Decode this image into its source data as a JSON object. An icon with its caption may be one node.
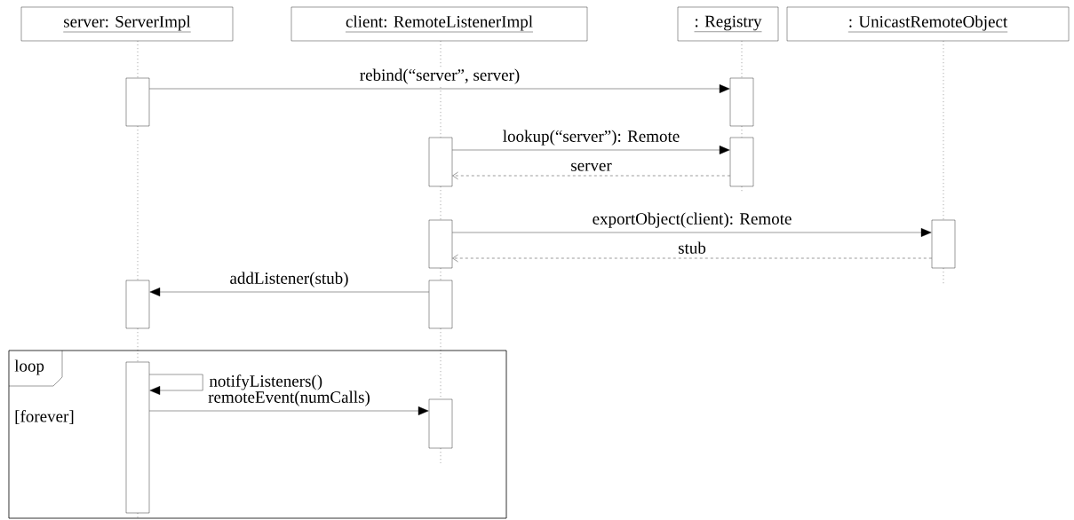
{
  "diagram": {
    "nodes": [
      {
        "text": [
          "server: ServerImpl"
        ]
      },
      {
        "text": [
          "client: RemoteListenerImpl"
        ]
      },
      {
        "text": [
          ": Registry"
        ]
      },
      {
        "text": [
          ": UnicastRemoteObject"
        ]
      },
      {
        "text": [],
        "shape": "bar"
      },
      {
        "text": [],
        "shape": "bar"
      },
      {
        "text": [],
        "shape": "bar"
      },
      {
        "text": [],
        "shape": "bar"
      },
      {
        "text": [],
        "shape": "bar"
      },
      {
        "text": [],
        "shape": "bar"
      },
      {
        "text": [],
        "shape": "bar"
      },
      {
        "text": [],
        "shape": "bar"
      },
      {
        "text": [
          "loop",
          "[forever]"
        ]
      },
      {
        "text": [],
        "shape": "bar",
        "in": 12
      },
      {
        "text": [],
        "shape": "bar",
        "in": 12
      }
    ],
    "edges": [
      {
        "from": 4,
        "to": 5,
        "arrow": "to",
        "label": "rebind(“server”, server)"
      },
      {
        "from": 6,
        "to": 7,
        "arrow": "to",
        "label": "lookup(“server”): Remote"
      },
      {
        "from": 7,
        "to": 6,
        "arrow": "to",
        "label": "server",
        "style": "dashed"
      },
      {
        "from": 8,
        "to": 9,
        "arrow": "to",
        "label": "exportObject(client): Remote"
      },
      {
        "from": 9,
        "to": 8,
        "arrow": "to",
        "label": "stub",
        "style": "dashed"
      },
      {
        "from": 11,
        "to": 10,
        "arrow": "to",
        "label": "addListener(stub)"
      },
      {
        "from": 13,
        "to": 13,
        "arrow": "to",
        "label": "notifyListeners()"
      },
      {
        "from": 13,
        "to": 14,
        "arrow": "to",
        "label": "remoteEvent(numCalls)"
      },
      {
        "from": 0,
        "to": 4,
        "arrow": "none",
        "style": "dashed"
      },
      {
        "from": 4,
        "to": 10,
        "arrow": "none",
        "style": "dashed"
      },
      {
        "from": 10,
        "to": 13,
        "arrow": "none",
        "style": "dashed"
      },
      {
        "from": 13,
        "to": null,
        "arrow": "none",
        "style": "dashed"
      },
      {
        "from": 1,
        "to": 6,
        "arrow": "none",
        "style": "dashed"
      },
      {
        "from": 6,
        "to": 8,
        "arrow": "none",
        "style": "dashed"
      },
      {
        "from": 8,
        "to": 11,
        "arrow": "none",
        "style": "dashed"
      },
      {
        "from": 11,
        "to": 14,
        "arrow": "none",
        "style": "dashed"
      },
      {
        "from": 14,
        "to": null,
        "arrow": "none",
        "style": "dashed"
      },
      {
        "from": 2,
        "to": 5,
        "arrow": "none",
        "style": "dashed"
      },
      {
        "from": 5,
        "to": 7,
        "arrow": "none",
        "style": "dashed"
      },
      {
        "from": 7,
        "to": null,
        "arrow": "none",
        "style": "dashed"
      },
      {
        "from": 3,
        "to": 9,
        "arrow": "none",
        "style": "dashed"
      },
      {
        "from": 9,
        "to": null,
        "arrow": "none",
        "style": "dashed"
      }
    ]
  }
}
